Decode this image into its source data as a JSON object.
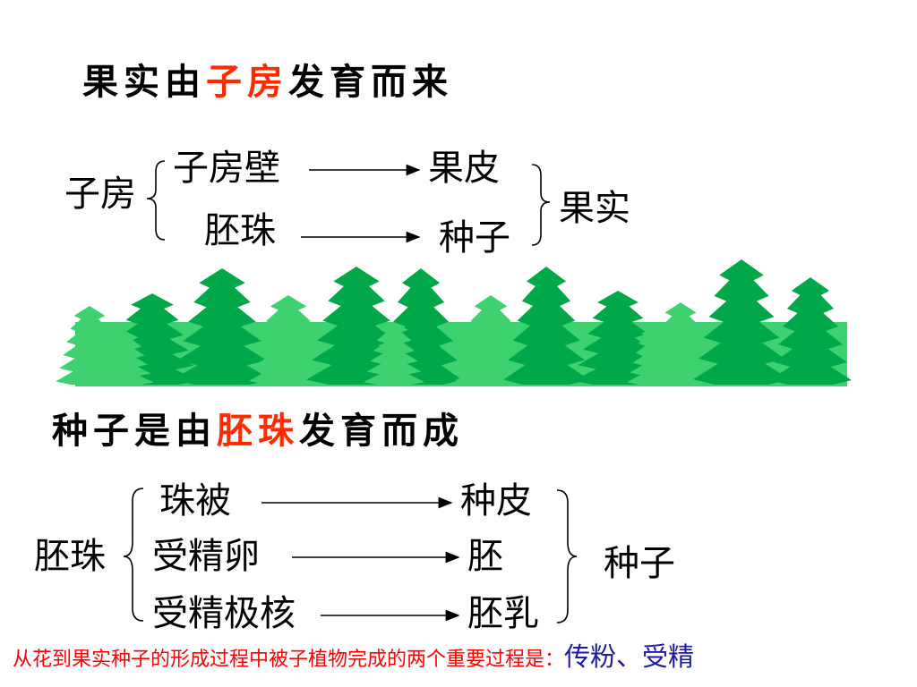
{
  "section1": {
    "title_pre": "果实由",
    "title_hl": "子房",
    "title_post": "发育而来",
    "source": "子房",
    "rows": [
      {
        "from": "子房壁",
        "to": "果皮"
      },
      {
        "from": "胚珠",
        "to": "种子"
      }
    ],
    "result": "果实"
  },
  "section2": {
    "title_pre": "种子是由",
    "title_hl": "胚珠",
    "title_post": "发育而成",
    "source": "胚珠",
    "rows": [
      {
        "from": "珠被",
        "to": "种皮"
      },
      {
        "from": "受精卵",
        "to": "胚"
      },
      {
        "from": "受精极核",
        "to": "胚乳"
      }
    ],
    "result": "种子"
  },
  "footer": {
    "question": "从花到果实种子的形成过程中被子植物完成的两个重要过程是：",
    "answer": "传粉、受精"
  },
  "colors": {
    "highlight": "#ff2a00",
    "forest_dark": "#00a84a",
    "forest_light": "#3dd170",
    "answer": "#1a1aa6"
  }
}
